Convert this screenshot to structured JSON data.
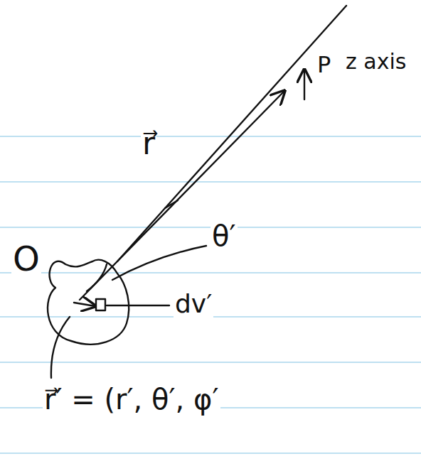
{
  "diagram": {
    "labels": [
      "P",
      "z axis",
      "r⃗",
      "θ′",
      "O",
      "dv′",
      "r⃗′ = (r′, θ′, φ′"
    ]
  }
}
